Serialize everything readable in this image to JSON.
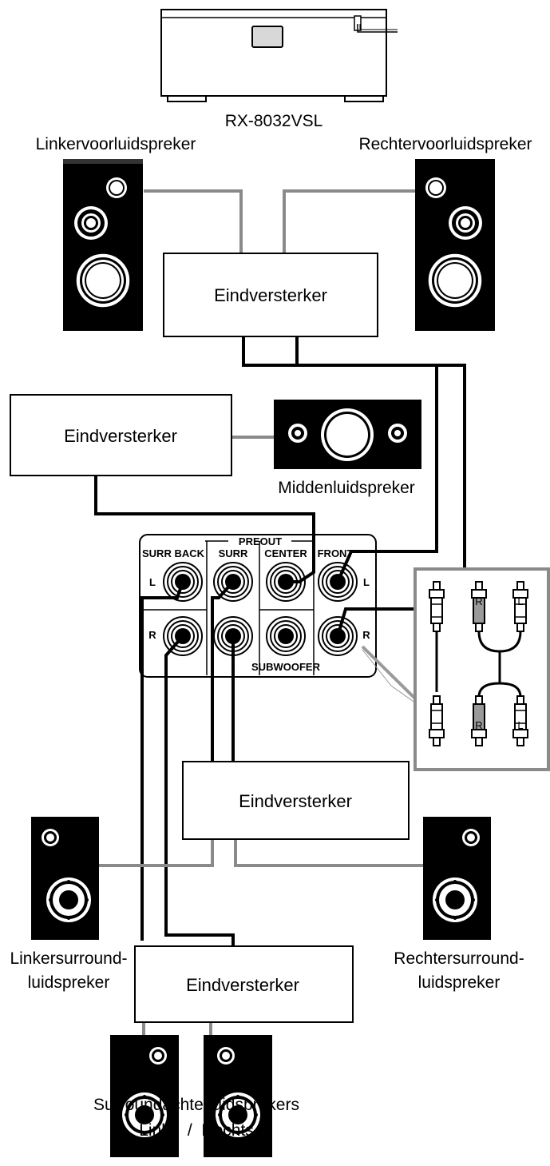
{
  "receiver": {
    "model": "RX-8032VSL"
  },
  "speakers": {
    "front_left": "Linkervoorluidspreker",
    "front_right": "Rechtervoorluidspreker",
    "center": "Middenluidspreker",
    "surround_left_line1": "Linkersurround-",
    "surround_left_line2": "luidspreker",
    "surround_right_line1": "Rechtersurround-",
    "surround_right_line2": "luidspreker",
    "surround_back_line1": "Surroundachterluidsprekers",
    "surround_back_line2": "Links  /  Rechts"
  },
  "amplifiers": {
    "front": "Eindversterker",
    "center": "Eindversterker",
    "surround": "Eindversterker",
    "surround_back": "Eindversterker"
  },
  "preout_panel": {
    "title": "PREOUT",
    "col_surr_back": "SURR BACK",
    "col_surr": "SURR",
    "col_center": "CENTER",
    "col_front": "FRONT",
    "left_mark_l": "L",
    "left_mark_r": "R",
    "right_mark_l": "L",
    "right_mark_r": "R",
    "subwoofer": "SUBWOOFER"
  },
  "cable_inset": {
    "plug_r_top": "R",
    "plug_l_top": "L",
    "plug_r_bottom": "R",
    "plug_l_bottom": "L"
  }
}
